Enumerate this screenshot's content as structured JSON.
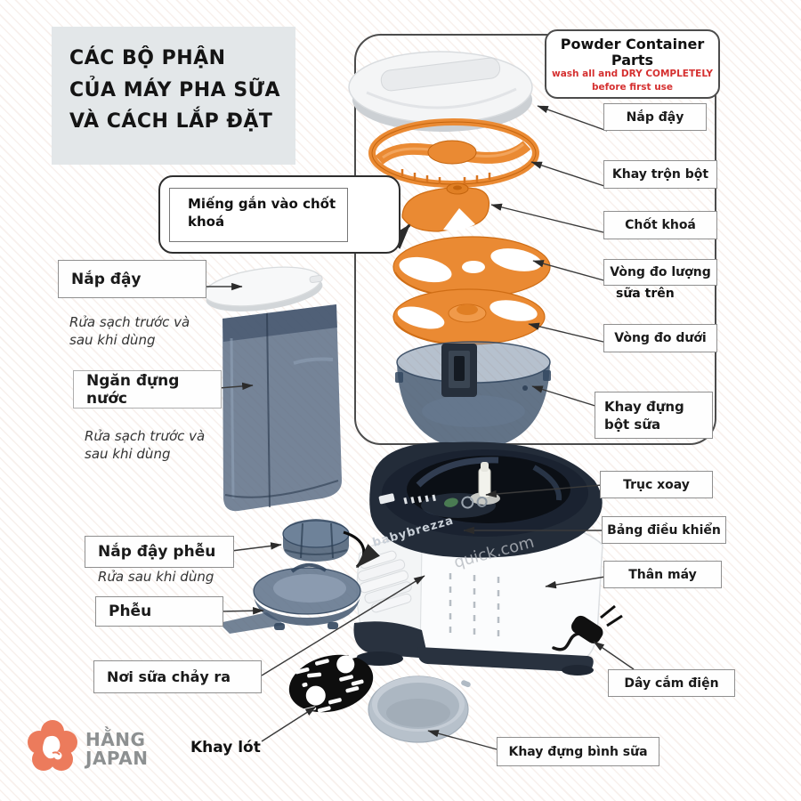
{
  "title": {
    "line1": "CÁC BỘ PHẬN",
    "line2": "CỦA MÁY PHA SỮA",
    "line3": "VÀ CÁCH LẮP ĐẶT"
  },
  "powder_box": {
    "title_line1": "Powder Container",
    "title_line2": "Parts",
    "warning_line1": "wash all and DRY COMPLETELY",
    "warning_line2": "before first use",
    "warning_color": "#d53030"
  },
  "labels": {
    "nap_day_right": "Nắp đậy",
    "khay_tron_bot": "Khay trộn bột",
    "chot_khoa": "Chốt khoá",
    "vong_do_luong": "Vòng đo lượng",
    "sua_tren": "sữa trên",
    "vong_do_duoi": "Vòng đo dưới",
    "khay_dung_bot_sua_1": "Khay đựng",
    "khay_dung_bot_sua_2": "bột sữa",
    "truc_xoay": "Trục xoay",
    "bang_dieu_khien": "Bảng điều khiển",
    "than_may": "Thân máy",
    "day_cam_dien": "Dây cắm điện",
    "khay_dung_binh_sua": "Khay đựng bình sữa",
    "nap_day_left": "Nắp đậy",
    "ngan_dung_nuoc": "Ngăn đựng nước",
    "mieng_gan_1": "Miếng gắn vào chốt",
    "mieng_gan_2": "khoá",
    "nap_day_pheu": "Nắp đậy phễu",
    "pheu": "Phễu",
    "noi_sua_chay_ra": "Nơi sữa chảy ra",
    "khay_lot": "Khay lót"
  },
  "notes": {
    "rua_sach_1a": "Rửa sạch trước và",
    "rua_sach_1b": "sau khi dùng",
    "rua_sach_2a": "Rửa sạch trước và",
    "rua_sach_2b": "sau khi dùng",
    "rua_sau": "Rửa sau khi dùng"
  },
  "illustration": {
    "brand_text": "babybrezza",
    "watermark": "quick.com",
    "orange_part_color": "#ea8a33",
    "dark_plastic_color": "#232c39",
    "translucent_part_color": "#52688a"
  },
  "logo": {
    "line1": "HẰNG",
    "line2": "JAPAN",
    "flower_color": "#ec7b5c",
    "text_color": "#8d9091"
  }
}
